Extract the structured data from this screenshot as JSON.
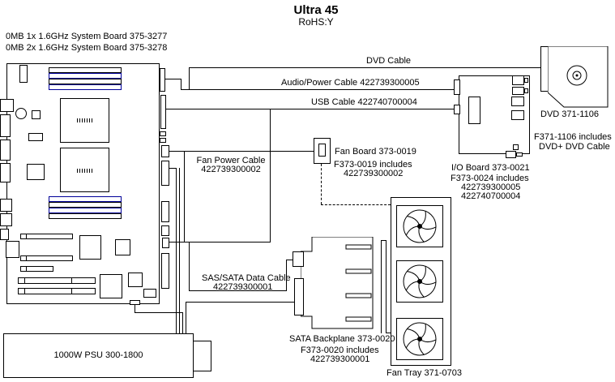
{
  "colors": {
    "background": "#ffffff",
    "line": "#000000",
    "dimm_slot_accent": "#000099"
  },
  "title": {
    "name": "Ultra 45",
    "rohs": "RoHS:Y"
  },
  "system_board": {
    "option1": "0MB 1x 1.6GHz System Board 375-3277",
    "option2": "0MB 2x 1.6GHz System Board 375-3278"
  },
  "cables": {
    "dvd": "DVD Cable",
    "audio_power": "Audio/Power Cable 422739300005",
    "usb": "USB Cable 422740700004",
    "fan_power": {
      "line1": "Fan Power Cable",
      "line2": "422739300002"
    },
    "sas_sata": {
      "line1": "SAS/SATA Data Cable",
      "line2": "422739300001"
    }
  },
  "fan_board": {
    "label": "Fan Board 373-0019",
    "includes_line1": "F373-0019 includes",
    "includes_line2": "422739300002"
  },
  "io_board": {
    "label": "I/O Board 373-0021",
    "includes_line1": "F373-0024 includes",
    "includes_line2": "422739300005",
    "includes_line3": "422740700004"
  },
  "dvd": {
    "label": "DVD 371-1106",
    "includes_line1": "F371-1106 includes",
    "includes_line2": "DVD+ DVD Cable"
  },
  "sata_backplane": {
    "label": "SATA Backplane 373-0020",
    "includes_line1": "F373-0020 includes",
    "includes_line2": "422739300001"
  },
  "fan_tray": {
    "label": "Fan Tray 371-0703"
  },
  "psu": {
    "label": "1000W PSU 300-1800"
  }
}
